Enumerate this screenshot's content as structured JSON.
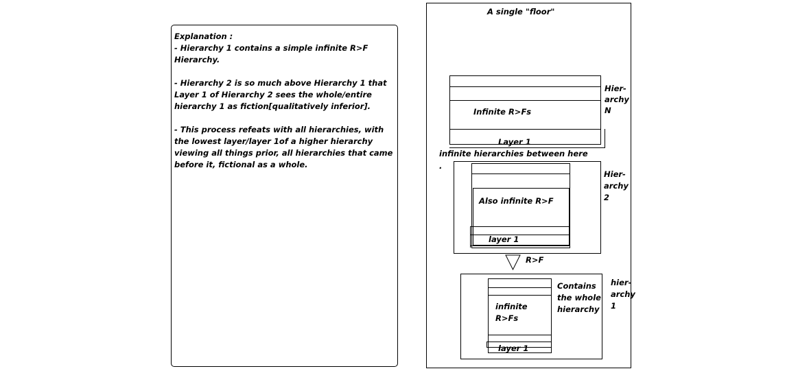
{
  "explanation": {
    "lines": [
      "Explanation :",
      "- Hierarchy 1 contains a simple infinite R>F",
      "Hierarchy.",
      "",
      "- Hierarchy 2 is so much above Hierarchy 1 that",
      "Layer 1 of Hierarchy 2 sees the whole/entire",
      "hierarchy 1 as fiction[qualitatively inferior].",
      "",
      "- This process refeats with all hierarchies, with",
      "the lowest layer/layer 1of a higher hierarchy",
      "viewing all things prior, all hierarchies that came",
      " before it, fictional as a whole."
    ]
  },
  "floor": {
    "title": "A single \"floor\"",
    "hierarchy_n": {
      "label_lines": [
        "Hier-",
        "archy",
        "N"
      ],
      "content": "Infinite R>Fs",
      "layer_label": "Layer 1"
    },
    "between_note": "infinite hierarchies between here",
    "dot": ".",
    "hierarchy_2": {
      "label_lines": [
        "Hier-",
        "archy",
        "2"
      ],
      "content": "Also infinite R>F",
      "layer_label": "layer 1"
    },
    "arrow_label": "R>F",
    "hierarchy_1": {
      "label_lines": [
        "hier-",
        "archy",
        "1"
      ],
      "content_lines": [
        "infinite",
        "R>Fs"
      ],
      "contains_lines": [
        "Contains",
        "the whole",
        "hierarchy"
      ],
      "layer_label": "layer 1"
    }
  }
}
